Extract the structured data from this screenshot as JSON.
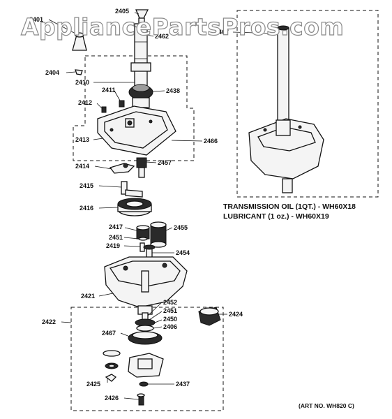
{
  "watermark": "AppliancePartsPros.com",
  "labels": {
    "p2401": "2401",
    "p2405": "2405",
    "p2462": "2462",
    "p2404": "2404",
    "p2410": "2410",
    "p2411": "2411",
    "p2438": "2438",
    "p2412": "2412",
    "p2413": "2413",
    "p2466": "2466",
    "p2414": "2414",
    "p2457": "2457",
    "p2415": "2415",
    "p2416": "2416",
    "p2417": "2417",
    "p2455": "2455",
    "p2451a": "2451",
    "p2419": "2419",
    "p2454": "2454",
    "p2421": "2421",
    "p2452": "2452",
    "p2451b": "2451",
    "p2450": "2450",
    "p2406": "2406",
    "p2424": "2424",
    "p2422": "2422",
    "p2467": "2467",
    "p2425": "2425",
    "p2437": "2437",
    "p2426": "2426",
    "p2407": "2407"
  },
  "notes": {
    "oil": "TRANSMISSION OIL (1QT.) - WH60X18",
    "lubricant": "LUBRICANT (1 oz.) - WH60X19"
  },
  "art_no": "(ART NO. WH820 C)"
}
